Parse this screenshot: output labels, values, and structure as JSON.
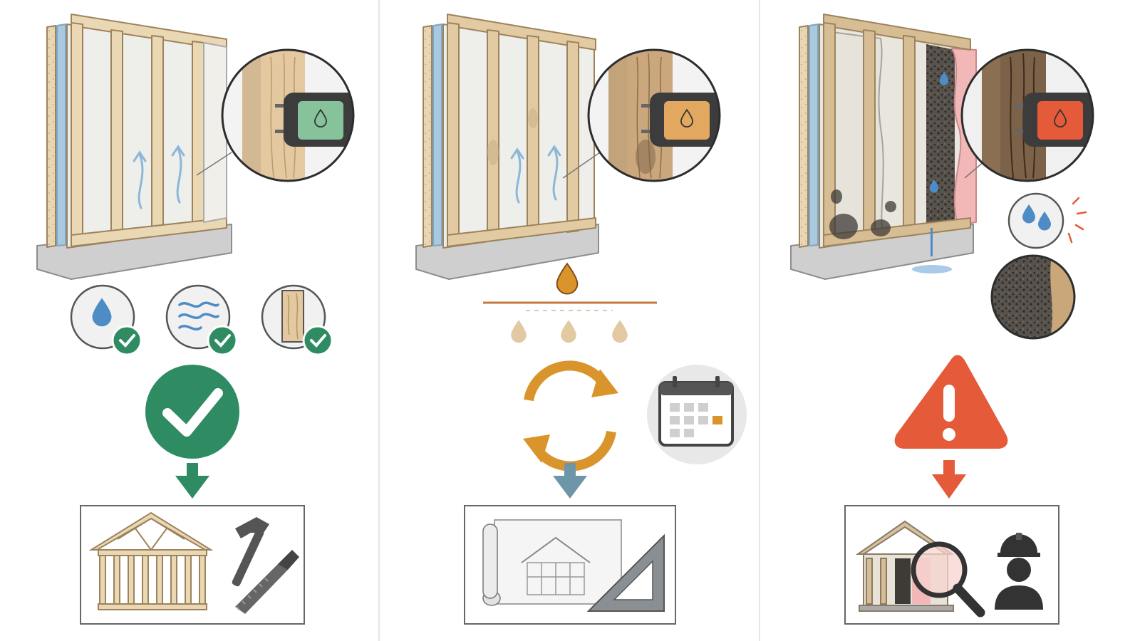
{
  "title": "",
  "colors": {
    "good": "#2e8b62",
    "caution": "#d9952c",
    "danger": "#e55a38",
    "arrow_neutral": "#6f95a8",
    "wood": "#ead7b4",
    "wood_edge": "#9d835c",
    "drywall": "#eeeeea",
    "housewrap": "#a9c9e0",
    "sheathing": "#e8d6b4",
    "concrete": "#cfcfcf",
    "mold": "#3e3a36",
    "insulation": "#f2b8b8",
    "water": "#4e8cc6",
    "divider": "#dddddd"
  },
  "panels": [
    {
      "id": "dry",
      "status": "good",
      "meter_icon": "water-drop-icon",
      "checks": [
        "water-drop-icon",
        "airflow-waves-icon",
        "wood-grain-icon"
      ],
      "status_icon": "checkmark-circle-icon",
      "outcome_icons": [
        "house-frame-icon",
        "hammer-icon",
        "saw-icon"
      ]
    },
    {
      "id": "monitor",
      "status": "caution",
      "meter_icon": "water-drop-icon",
      "level_icon": "dripping-drop-icon",
      "status_icons": [
        "refresh-cycle-icon",
        "calendar-icon"
      ],
      "outcome_icons": [
        "blueprint-icon",
        "set-square-icon"
      ]
    },
    {
      "id": "wet",
      "status": "danger",
      "meter_icon": "water-drop-icon",
      "details": [
        "water-drops-icon",
        "mold-closeup-icon"
      ],
      "status_icon": "warning-triangle-icon",
      "outcome_icons": [
        "house-damage-icon",
        "magnifier-icon",
        "inspector-icon"
      ]
    }
  ]
}
